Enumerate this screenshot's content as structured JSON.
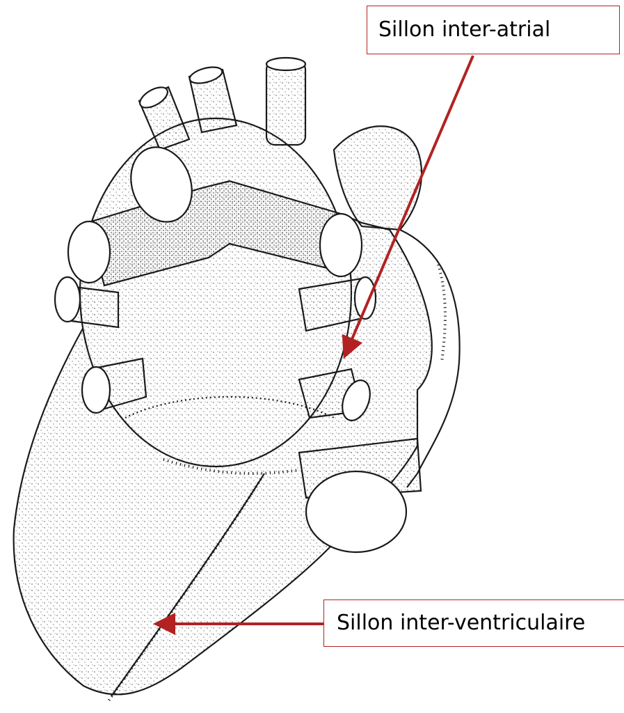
{
  "labels": {
    "atrial": "Sillon inter-atrial",
    "ventricular": "Sillon inter-ventriculaire"
  },
  "colors": {
    "annotation": "#b22222",
    "outline": "#1a1a1a",
    "stipple": "#555555"
  },
  "figure": {
    "subject": "heart-posterior-view",
    "style": "stippled-line-drawing"
  }
}
